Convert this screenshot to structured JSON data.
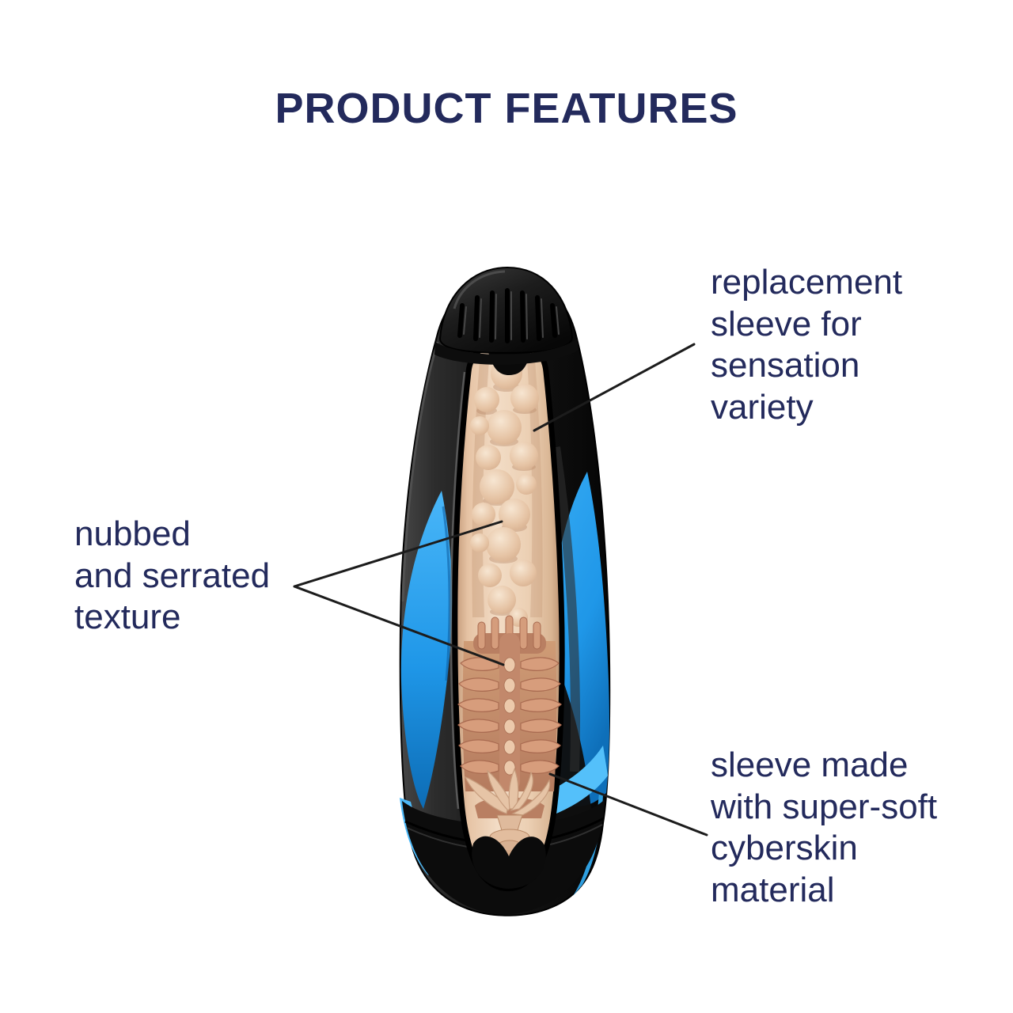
{
  "title": {
    "text": "PRODUCT FEATURES",
    "color": "#232a5c"
  },
  "callouts": {
    "replacement": {
      "text": "replacement\nsleeve for\nsensation\nvariety"
    },
    "texture": {
      "text": "nubbed\nand serrated\ntexture"
    },
    "material": {
      "text": "sleeve made\nwith super-soft\ncyberskin\nmaterial"
    }
  },
  "illustration": {
    "semantic": "masturbator-cutaway-illustration",
    "colors": {
      "text_navy": "#232a5c",
      "shell_black": "#111111",
      "accent_blue": "#1f97e8",
      "accent_blue_light": "#55c1fa",
      "accent_blue_dark": "#0d6cb5",
      "sleeve_beige": "#eed5bc",
      "sleeve_inner_rose": "#c08063",
      "line_black": "#1c1c1c"
    }
  }
}
